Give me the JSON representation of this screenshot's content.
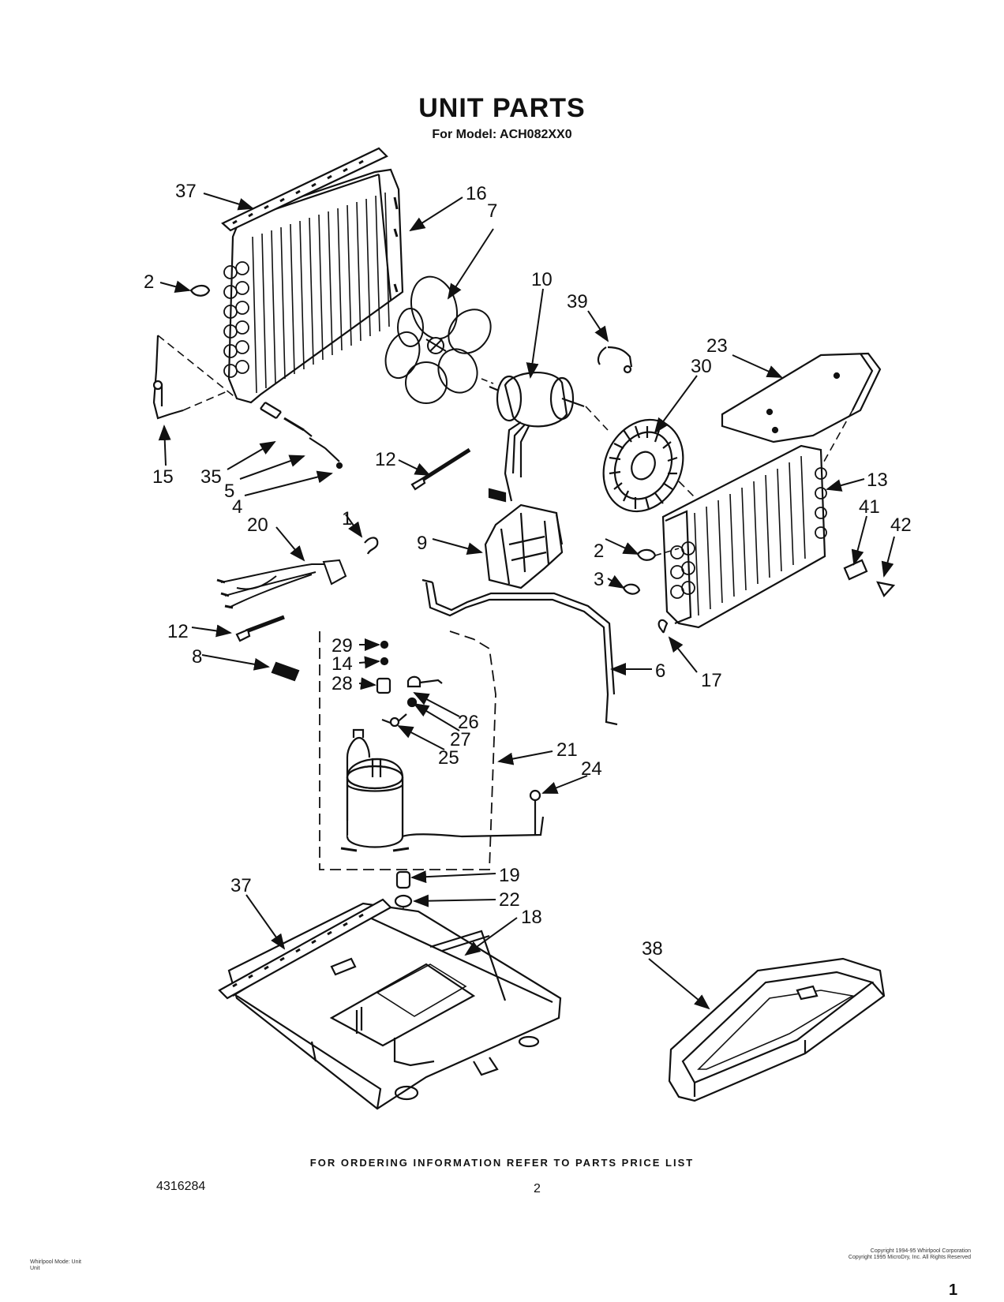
{
  "header": {
    "title": "UNIT PARTS",
    "model": "For Model: ACH082XX0"
  },
  "callouts": [
    "37",
    "16",
    "7",
    "2",
    "10",
    "39",
    "23",
    "30",
    "15",
    "35",
    "5",
    "4",
    "12",
    "1",
    "20",
    "9",
    "13",
    "41",
    "42",
    "3",
    "12",
    "8",
    "29",
    "14",
    "28",
    "26",
    "27",
    "25",
    "6",
    "17",
    "21",
    "24",
    "19",
    "22",
    "37",
    "18",
    "38"
  ],
  "footer": {
    "ordering_note": "FOR ORDERING INFORMATION REFER TO PARTS PRICE LIST",
    "doc_number": "4316284",
    "page_number": "2",
    "left_small": [
      "Whirlpool Mode: Unit",
      "Unit"
    ],
    "right_small": [
      "Copyright 1994-95 Whirlpool Corporation",
      "Copyright 1995 MicroDry, Inc. All Rights Reserved"
    ],
    "corner_mark": "1"
  }
}
